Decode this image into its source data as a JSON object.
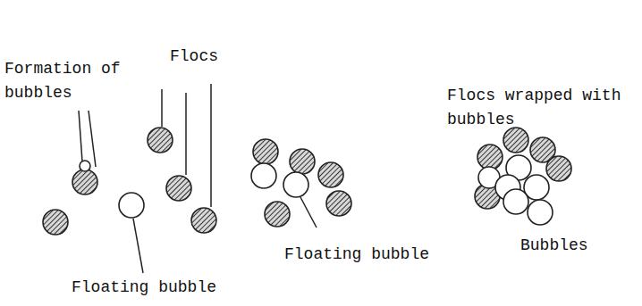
{
  "diagram": {
    "labels": [
      "Formation of bubbles",
      "Flocs",
      "Flocs wrapped with bubbles",
      "Floating bubble",
      "Bubbles",
      "Floating bubble"
    ]
  }
}
